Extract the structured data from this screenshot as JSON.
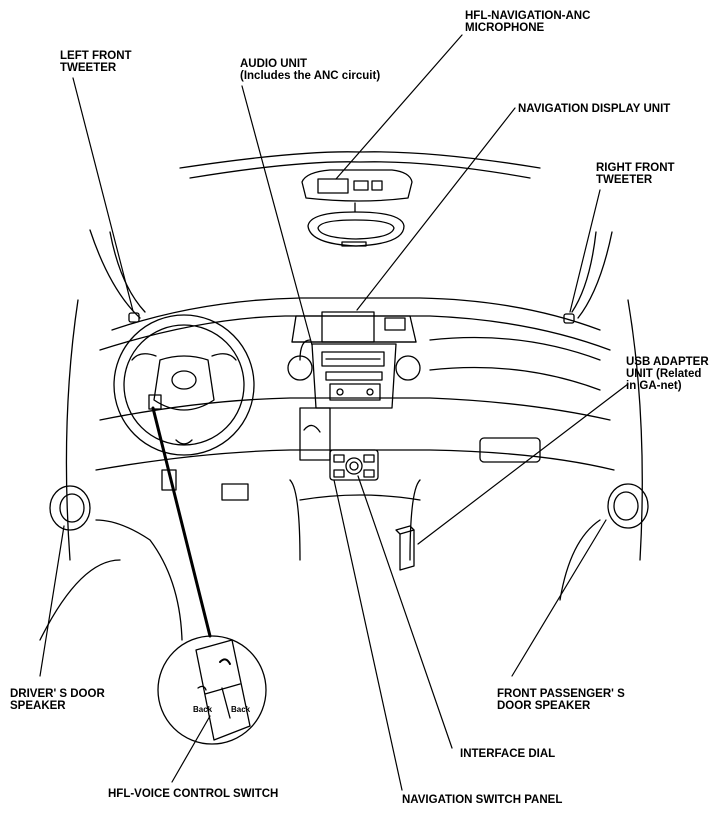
{
  "colors": {
    "ink": "#000000",
    "paper": "#ffffff"
  },
  "labels": {
    "hfl_mic": "HFL-NAVIGATION-ANC\nMICROPHONE",
    "left_tweeter": "LEFT FRONT\nTWEETER",
    "audio_unit": "AUDIO UNIT\n(Includes the ANC circuit)",
    "nav_display": "NAVIGATION DISPLAY UNIT",
    "right_tweeter": "RIGHT FRONT\nTWEETER",
    "usb_adapter": "USB ADAPTER\nUNIT (Related\nin GA-net)",
    "drivers_door_speaker": "DRIVER' S DOOR\nSPEAKER",
    "front_passenger_speaker": "FRONT PASSENGER' S\nDOOR SPEAKER",
    "interface_dial": "INTERFACE DIAL",
    "hfl_voice_switch": "HFL-VOICE CONTROL SWITCH",
    "nav_switch_panel": "NAVIGATION SWITCH PANEL"
  },
  "switch_detail": {
    "back_left": "Back",
    "back_right": "Back"
  }
}
